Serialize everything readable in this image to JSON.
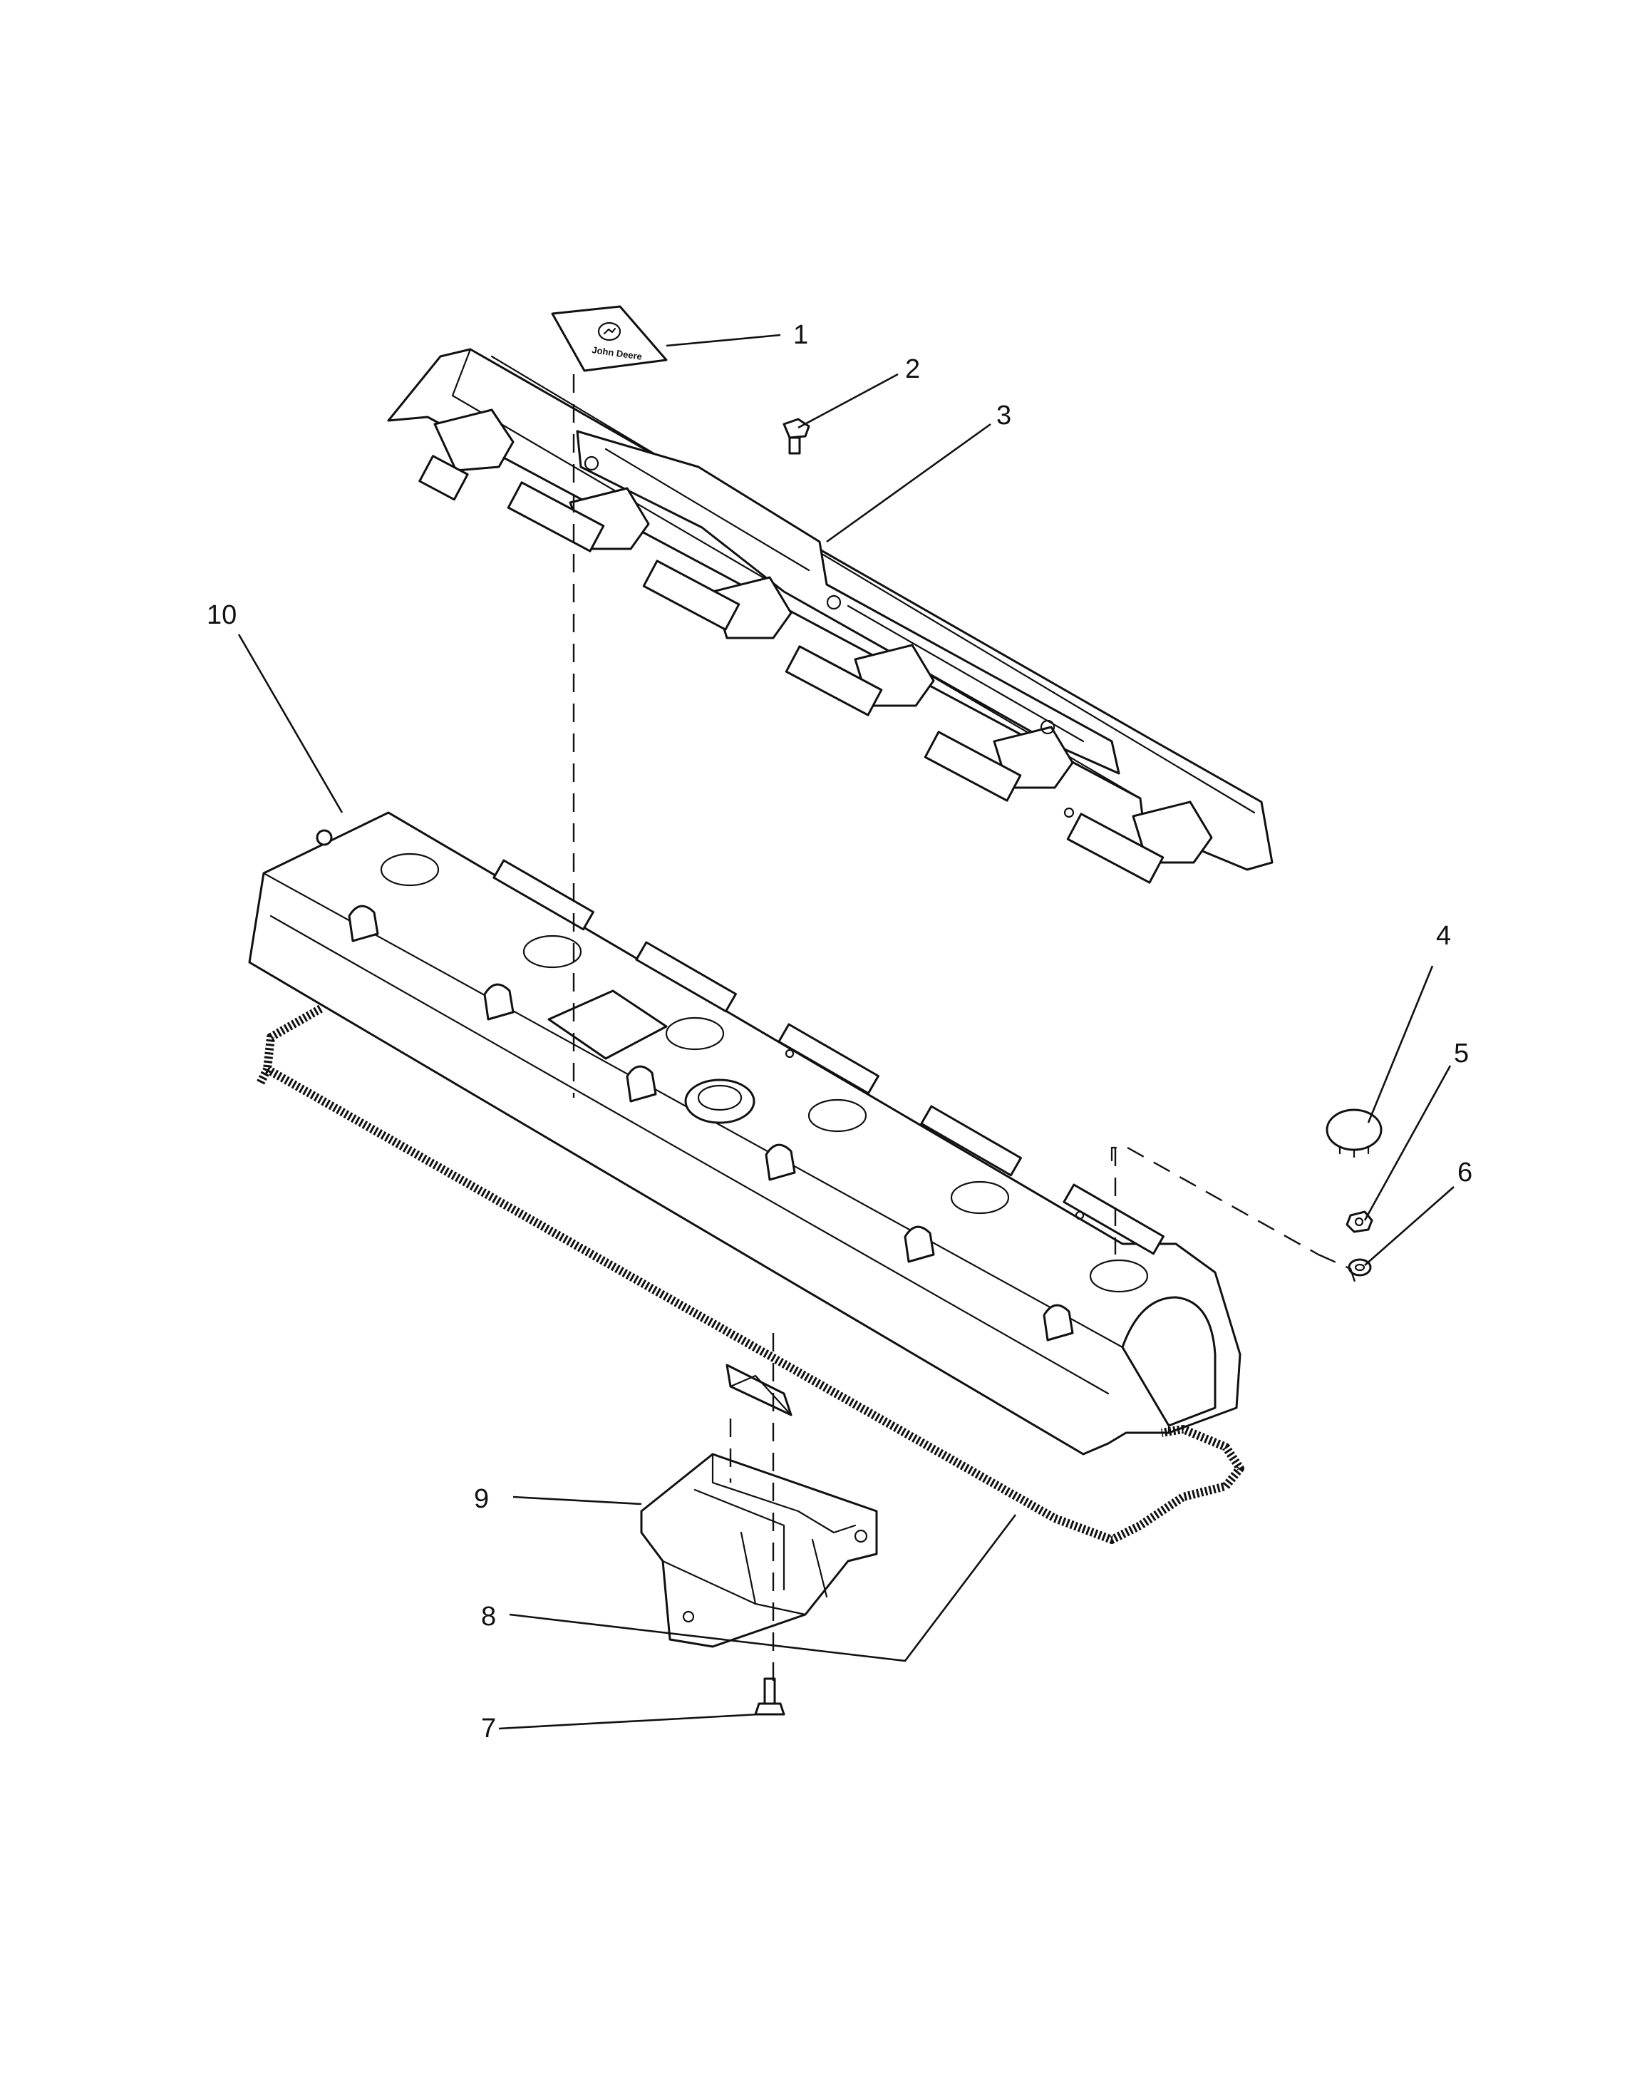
{
  "diagram": {
    "callouts": [
      {
        "id": "1",
        "label": "1"
      },
      {
        "id": "2",
        "label": "2"
      },
      {
        "id": "3",
        "label": "3"
      },
      {
        "id": "4",
        "label": "4"
      },
      {
        "id": "5",
        "label": "5"
      },
      {
        "id": "6",
        "label": "6"
      },
      {
        "id": "7",
        "label": "7"
      },
      {
        "id": "8",
        "label": "8"
      },
      {
        "id": "9",
        "label": "9"
      },
      {
        "id": "10",
        "label": "10"
      }
    ],
    "decal": {
      "text": "John Deere",
      "icon": "deer-logo-icon"
    },
    "colors": {
      "line": "#111111",
      "background": "#ffffff"
    }
  }
}
